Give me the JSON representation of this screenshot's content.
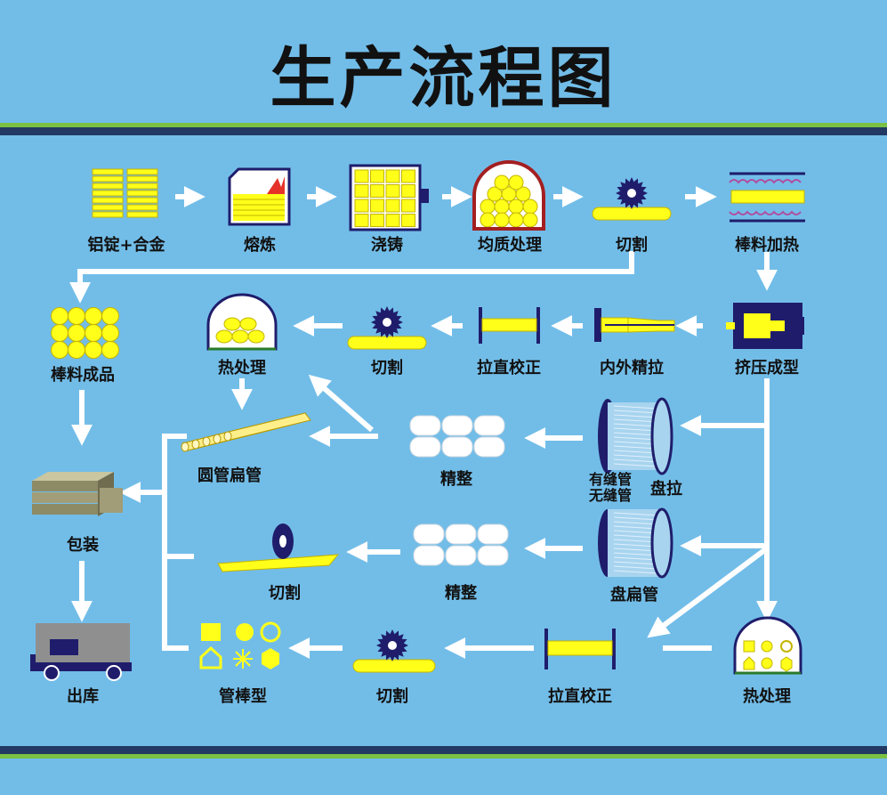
{
  "title": "生产流程图",
  "colors": {
    "background": "#72bde8",
    "band_green": "#7ac143",
    "band_dark": "#223a63",
    "arrow": "#ffffff",
    "material": "#ffff1a",
    "machine": "#1f1d6b"
  },
  "steps": {
    "s1": {
      "label": "铝锭+合金",
      "icon": "ingot-stack-icon"
    },
    "s2": {
      "label": "熔炼",
      "icon": "furnace-icon"
    },
    "s3": {
      "label": "浇铸",
      "icon": "casting-mold-icon"
    },
    "s4": {
      "label": "均质处理",
      "icon": "homogenizing-furnace-icon"
    },
    "s5": {
      "label": "切割",
      "icon": "saw-icon"
    },
    "s6": {
      "label": "棒料加热",
      "icon": "billet-heater-icon"
    },
    "s7": {
      "label": "挤压成型",
      "icon": "extrusion-press-icon"
    },
    "s8": {
      "label": "内外精拉",
      "icon": "drawing-die-icon"
    },
    "s9": {
      "label": "拉直校正",
      "icon": "straightener-icon"
    },
    "s10": {
      "label": "切割",
      "icon": "saw-icon"
    },
    "s11": {
      "label": "热处理",
      "icon": "heat-treatment-furnace-icon"
    },
    "s12": {
      "label": "棒料成品",
      "icon": "billet-bundle-icon"
    },
    "s13": {
      "label": "圆管扁管",
      "icon": "tube-bundle-icon"
    },
    "s14": {
      "label": "精整",
      "icon": "coil-finishing-icon"
    },
    "s15": {
      "label_line1": "有缝管",
      "label_line2": "无缝管",
      "label_side": "盘拉",
      "icon": "drawing-drum-icon"
    },
    "s16": {
      "label": "包装",
      "icon": "package-stack-icon"
    },
    "s17": {
      "label": "切割",
      "icon": "saw-icon"
    },
    "s18": {
      "label": "精整",
      "icon": "coil-finishing-icon"
    },
    "s19": {
      "label": "盘扁管",
      "icon": "coil-drum-icon"
    },
    "s20": {
      "label": "出库",
      "icon": "truck-icon"
    },
    "s21": {
      "label": "管棒型",
      "icon": "profile-shapes-icon"
    },
    "s22": {
      "label": "切割",
      "icon": "saw-icon"
    },
    "s23": {
      "label": "拉直校正",
      "icon": "straightener-icon"
    },
    "s24": {
      "label": "热处理",
      "icon": "heat-treatment-furnace-icon"
    }
  }
}
